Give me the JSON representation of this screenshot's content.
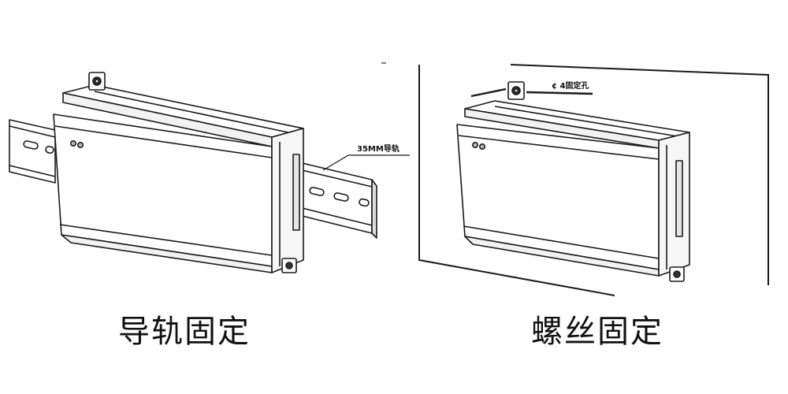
{
  "diagram": {
    "left_panel": {
      "caption": "导轨固定",
      "callout": "35MM导轨"
    },
    "right_panel": {
      "caption": "螺丝固定",
      "callout": "¢ 4固定孔"
    },
    "colors": {
      "line": "#1a1a1a",
      "body_fill": "#ffffff",
      "shade": "#e9e9e9"
    }
  }
}
